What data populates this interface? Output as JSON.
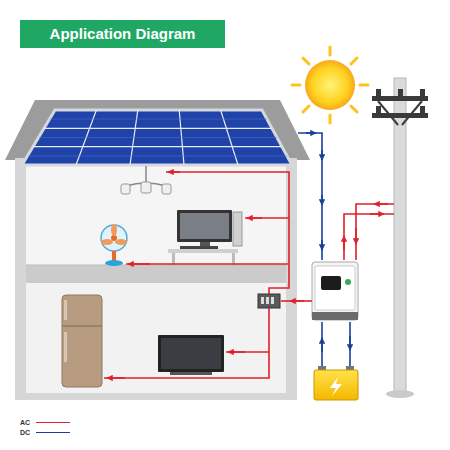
{
  "diagram": {
    "title": "Application Diagram",
    "legend": [
      {
        "text": "AC"
      },
      {
        "text": "DC"
      }
    ]
  }
}
